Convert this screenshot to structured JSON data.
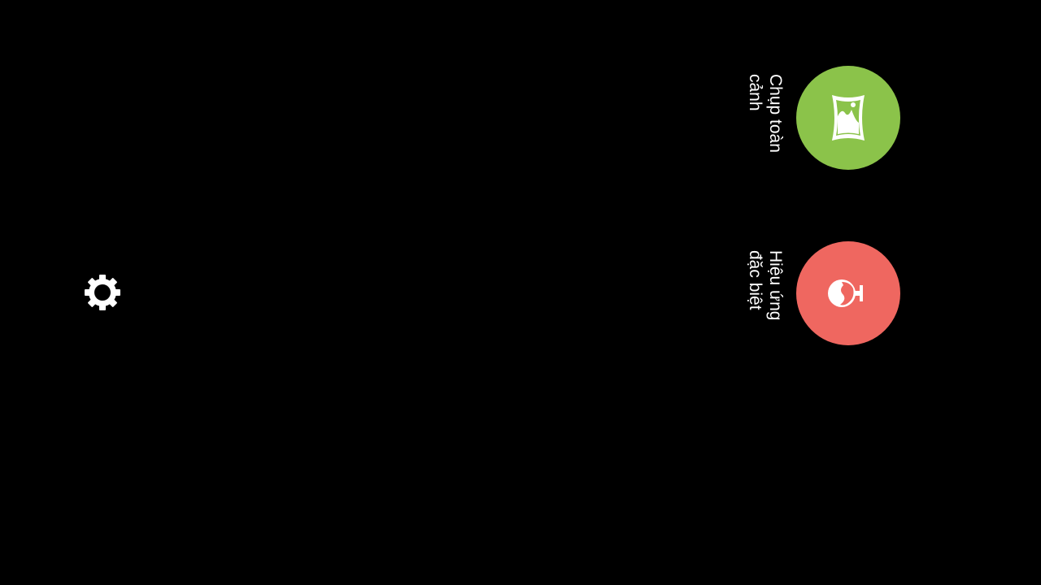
{
  "settings": {
    "icon": "gear-icon"
  },
  "modes": [
    {
      "line1": "Chụp toàn",
      "line2": "cảnh",
      "color": "#8bc34a",
      "icon": "panorama-icon"
    },
    {
      "line1": "Hiệu ứng",
      "line2": "đặc biệt",
      "color": "#ef6760",
      "icon": "effects-icon"
    }
  ]
}
